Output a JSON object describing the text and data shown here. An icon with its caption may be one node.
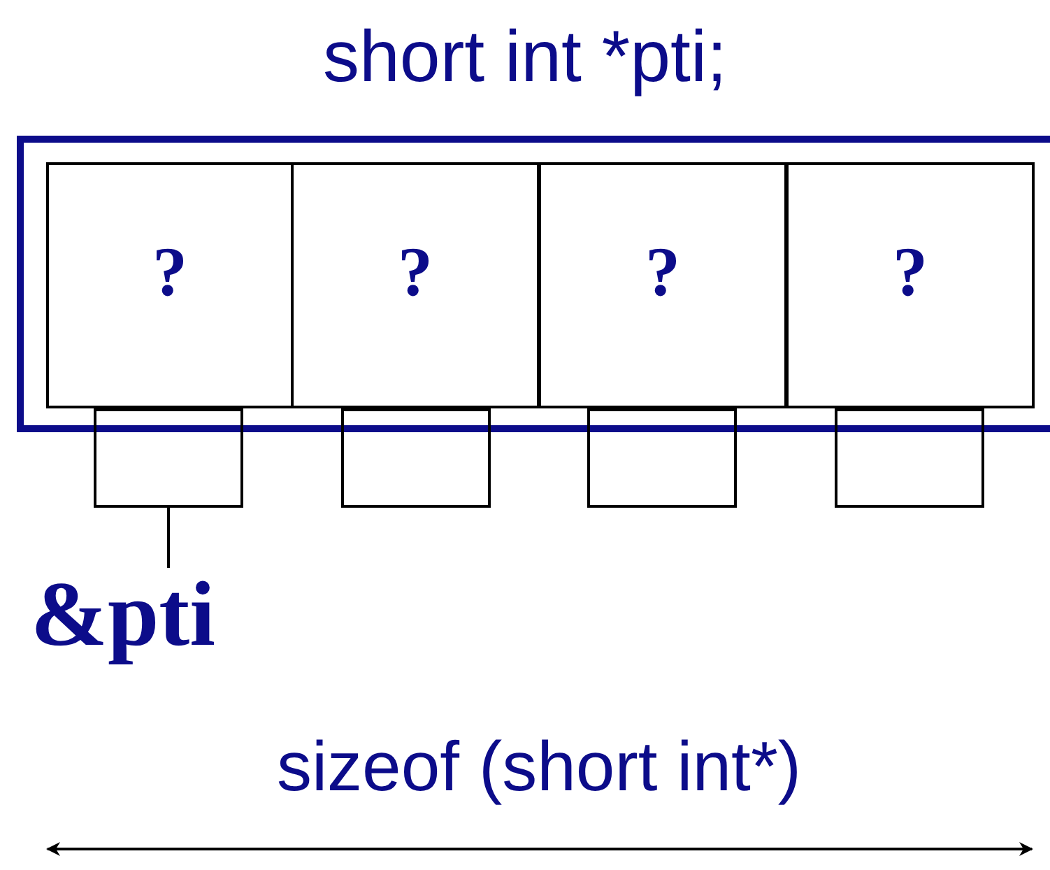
{
  "diagram": {
    "title": "short int *pti;",
    "nodes": [
      {
        "text": [],
        "shape": "box"
      },
      {
        "text": [
          "?"
        ],
        "in": 0
      },
      {
        "text": [
          "?"
        ],
        "in": 0
      },
      {
        "text": [
          "?"
        ],
        "in": 0
      },
      {
        "text": [
          "?"
        ],
        "in": 0
      },
      {
        "text": [],
        "shape": "box"
      },
      {
        "text": [],
        "shape": "box"
      },
      {
        "text": [],
        "shape": "box"
      },
      {
        "text": [],
        "shape": "box"
      },
      {
        "text": [
          "&pti"
        ]
      }
    ],
    "edges": [
      {
        "from": 9,
        "to": 5,
        "arrow": "none"
      }
    ],
    "labels": [
      "sizeof (short int*)"
    ]
  }
}
